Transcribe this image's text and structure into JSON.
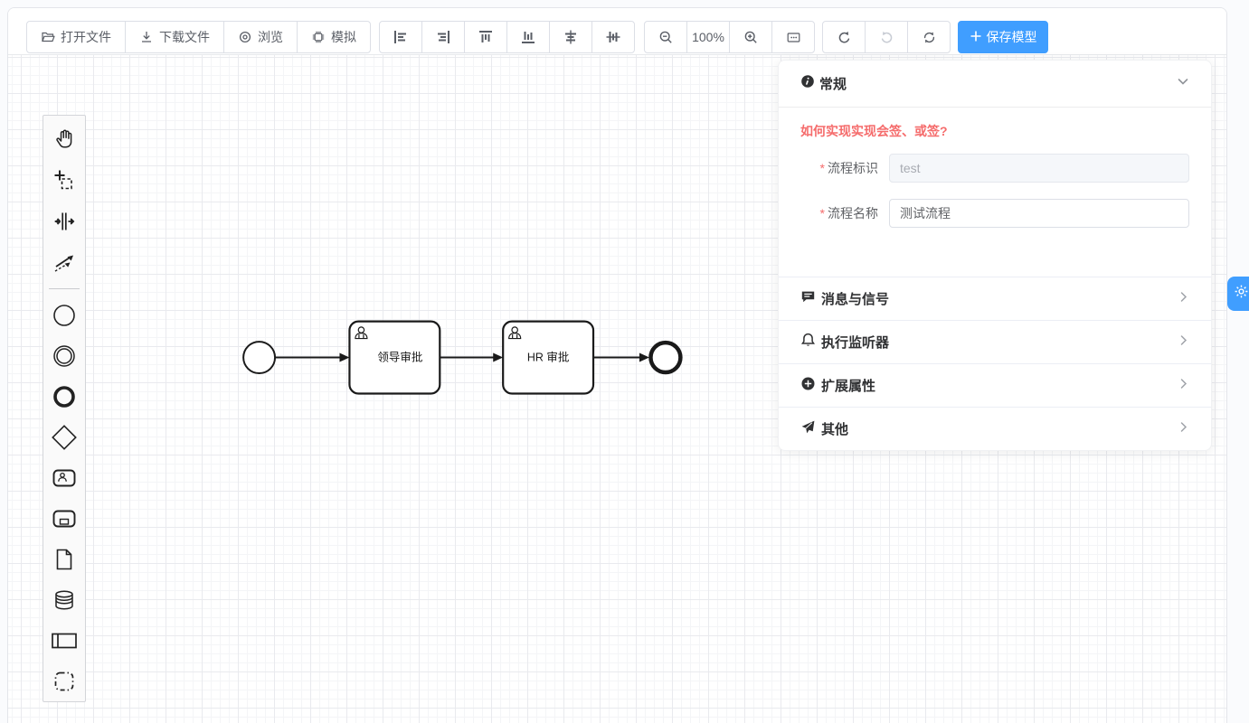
{
  "toolbar": {
    "file_buttons": [
      {
        "label": "打开文件",
        "icon": "folder-open-icon"
      },
      {
        "label": "下载文件",
        "icon": "download-icon"
      },
      {
        "label": "浏览",
        "icon": "preview-eye-icon"
      },
      {
        "label": "模拟",
        "icon": "simulate-chip-icon"
      }
    ],
    "align_buttons": [
      {
        "icon": "align-left-icon"
      },
      {
        "icon": "align-right-icon"
      },
      {
        "icon": "align-top-icon"
      },
      {
        "icon": "align-bottom-icon"
      },
      {
        "icon": "align-center-horizontal-icon"
      },
      {
        "icon": "align-center-vertical-icon"
      }
    ],
    "zoom_controls": {
      "zoom_out_icon": "zoom-out-icon",
      "level": "100%",
      "zoom_in_icon": "zoom-in-icon",
      "fit_icon": "fit-viewport-icon"
    },
    "history_controls": {
      "undo_icon": "undo-icon",
      "redo_icon": "redo-icon",
      "redo_disabled": true,
      "restart_icon": "restart-icon"
    },
    "save_button": {
      "label": "保存模型",
      "icon": "plus-icon",
      "color": "#409eff"
    }
  },
  "palette": {
    "items": [
      {
        "name": "hand-tool"
      },
      {
        "name": "lasso-tool"
      },
      {
        "name": "space-tool"
      },
      {
        "name": "global-connect-tool"
      },
      {
        "name": "create-start-event"
      },
      {
        "name": "create-intermediate-event"
      },
      {
        "name": "create-end-event"
      },
      {
        "name": "create-gateway"
      },
      {
        "name": "create-user-task"
      },
      {
        "name": "create-subprocess"
      },
      {
        "name": "create-data-object"
      },
      {
        "name": "create-data-store"
      },
      {
        "name": "create-participant"
      },
      {
        "name": "create-group"
      }
    ]
  },
  "diagram": {
    "nodes": [
      {
        "type": "start-event"
      },
      {
        "type": "user-task",
        "label": "领导审批"
      },
      {
        "type": "user-task",
        "label": "HR 审批"
      },
      {
        "type": "end-event"
      }
    ]
  },
  "properties_panel": {
    "general": {
      "title": "常规",
      "icon": "info-icon",
      "hint": "如何实现实现会签、或签?",
      "required_marker": "*",
      "fields": [
        {
          "label": "流程标识",
          "value": "test",
          "disabled": true,
          "required": true
        },
        {
          "label": "流程名称",
          "value": "测试流程",
          "disabled": false,
          "required": true
        }
      ]
    },
    "sections": [
      {
        "label": "消息与信号",
        "icon": "message-icon"
      },
      {
        "label": "执行监听器",
        "icon": "bell-icon"
      },
      {
        "label": "扩展属性",
        "icon": "plus-circle-icon"
      },
      {
        "label": "其他",
        "icon": "send-icon"
      }
    ]
  },
  "settings_tab": {
    "icon": "gear-icon",
    "color": "#409eff"
  },
  "colors": {
    "accent": "#409eff",
    "danger": "#f56c6c",
    "stroke": "#1a1a1a"
  }
}
